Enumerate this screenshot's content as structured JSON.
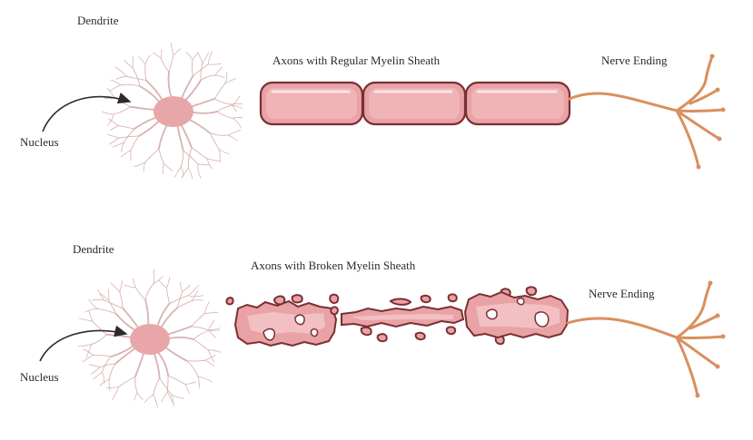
{
  "colors": {
    "dendrite": "#e6c8c8",
    "dendrite_stroke": "#d8b2b2",
    "nucleus": "#e9a6a9",
    "myelin_fill": "#e9a2a5",
    "myelin_inner": "#f4c8c9",
    "myelin_stroke": "#7a2f33",
    "nerve_ending": "#d98f5e",
    "arrow": "#2b2b2b"
  },
  "panels": [
    {
      "name": "regular",
      "labels": {
        "dendrite": "Dendrite",
        "nucleus": "Nucleus",
        "axon": "Axons with Regular Myelin Sheath",
        "nerve_ending": "Nerve Ending"
      },
      "sheath_condition": "regular",
      "sheath_segments": 3
    },
    {
      "name": "broken",
      "labels": {
        "dendrite": "Dendrite",
        "nucleus": "Nucleus",
        "axon": "Axons with Broken  Myelin Sheath",
        "nerve_ending": "Nerve Ending"
      },
      "sheath_condition": "broken",
      "sheath_segments": 3
    }
  ]
}
